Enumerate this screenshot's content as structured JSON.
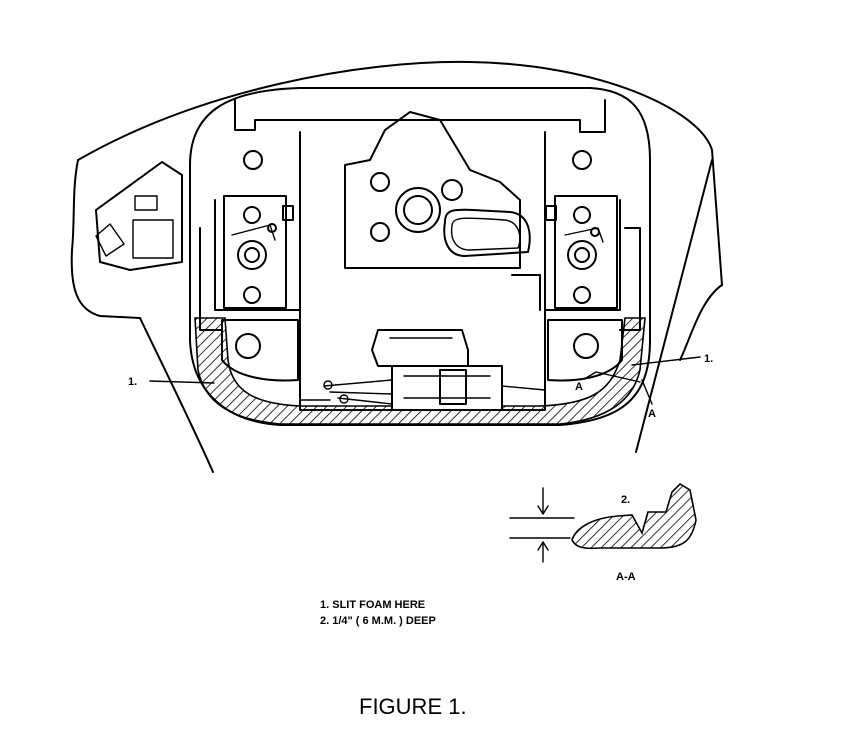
{
  "diagram": {
    "callout_left": "1.",
    "callout_right": "1.",
    "section_mark_1": "A",
    "section_mark_2": "A",
    "detail_callout": "2.",
    "section_label": "A-A"
  },
  "notes": [
    "1. SLIT FOAM HERE",
    "2. 1/4\" ( 6 M.M. ) DEEP"
  ],
  "figure_title": "FIGURE 1."
}
